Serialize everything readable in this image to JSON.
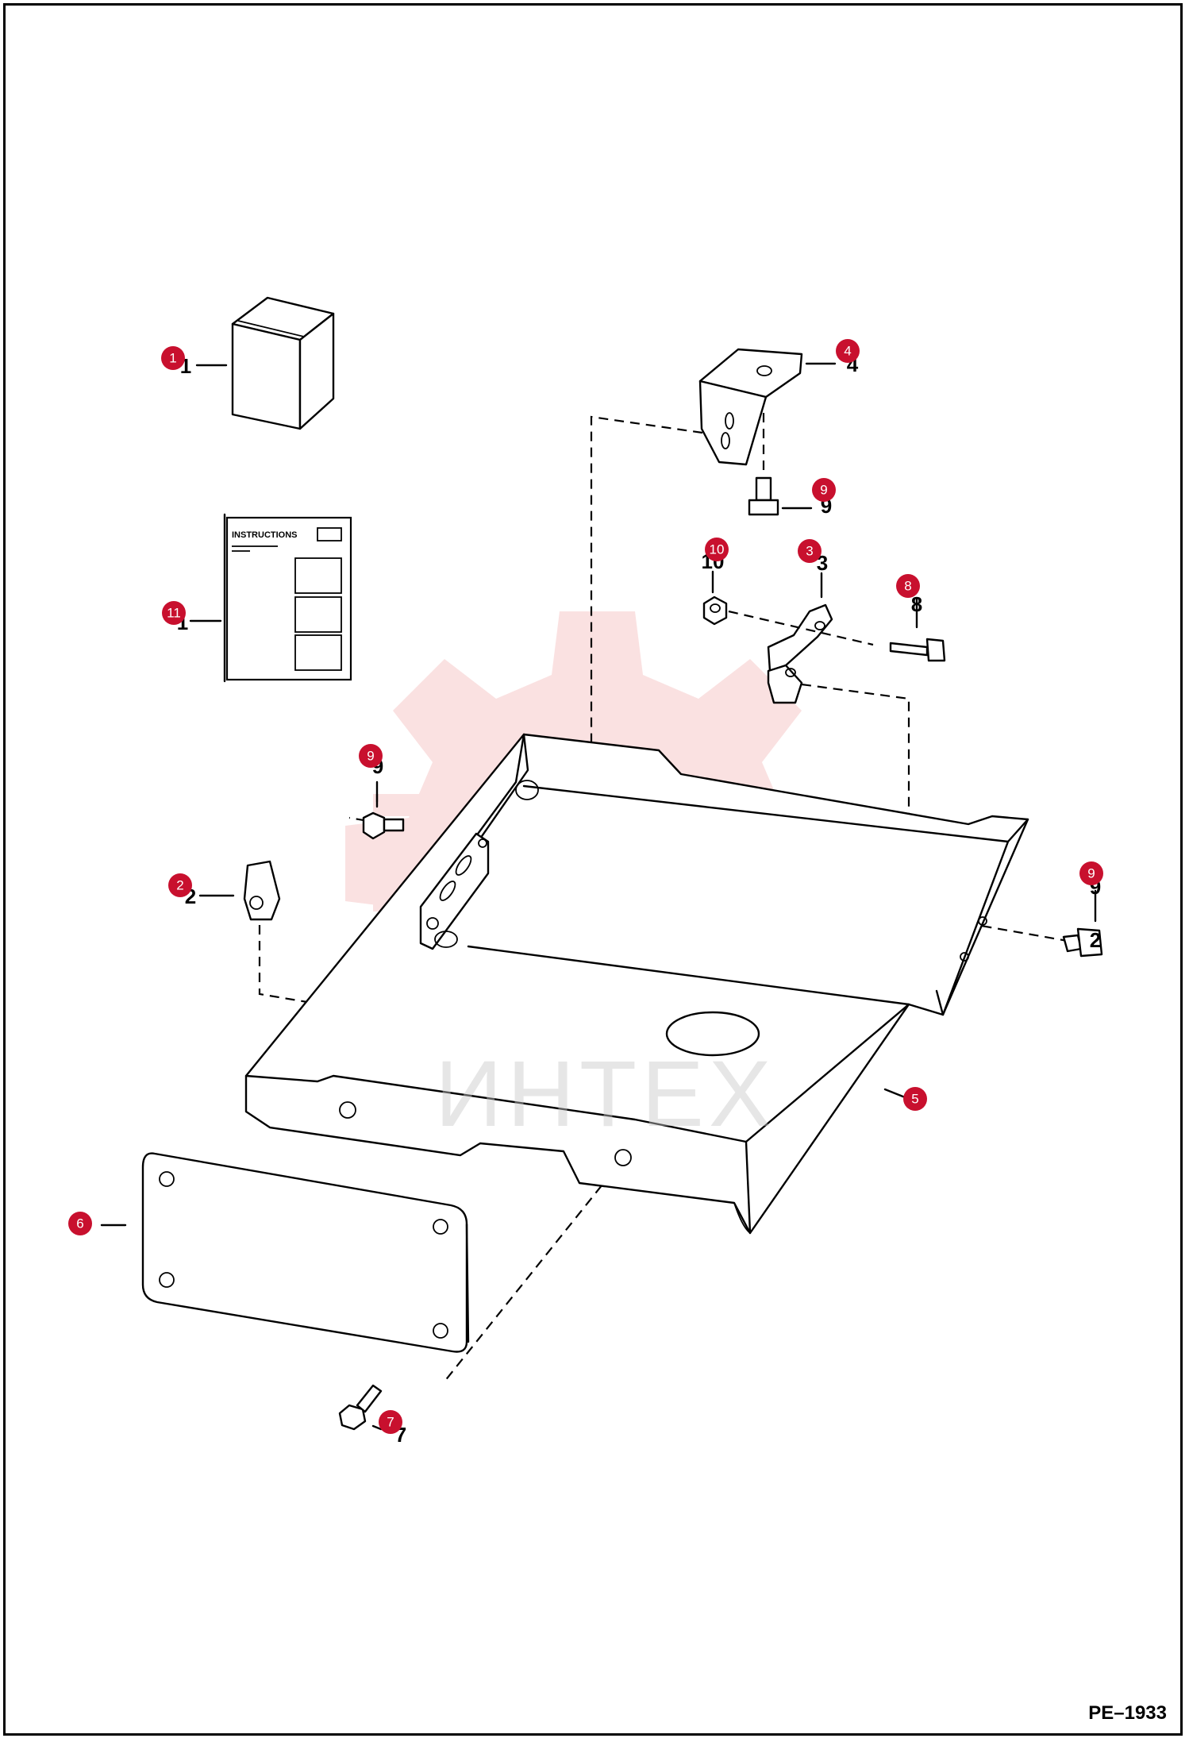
{
  "drawing_code": "PE–1933",
  "watermark": "ИНТЕХ",
  "manual_label": "INSTRUCTIONS",
  "callouts": [
    {
      "id": "callout-1",
      "label": "1"
    },
    {
      "id": "callout-2",
      "label": "2"
    },
    {
      "id": "callout-3",
      "label": "3"
    },
    {
      "id": "callout-4",
      "label": "4"
    },
    {
      "id": "callout-5",
      "label": "5"
    },
    {
      "id": "callout-6",
      "label": "6"
    },
    {
      "id": "callout-7",
      "label": "7"
    },
    {
      "id": "callout-8",
      "label": "8"
    },
    {
      "id": "callout-9a",
      "label": "9"
    },
    {
      "id": "callout-9b",
      "label": "9"
    },
    {
      "id": "callout-9c",
      "label": "9"
    },
    {
      "id": "callout-10",
      "label": "10"
    },
    {
      "id": "callout-11",
      "label": "11"
    }
  ],
  "colors": {
    "badge": "#c8102e",
    "watermark_gear": "#f6c9c9"
  }
}
